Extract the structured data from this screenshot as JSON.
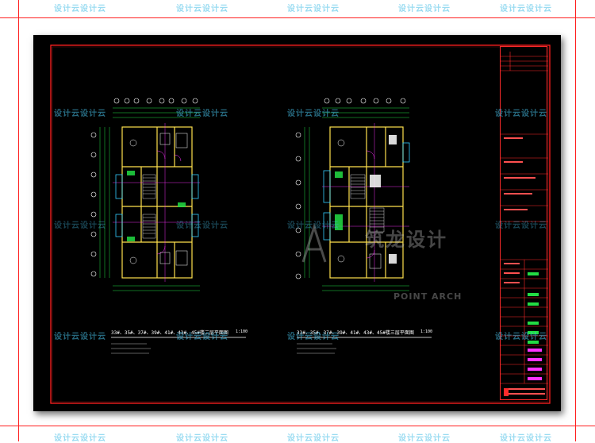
{
  "watermark": {
    "text": "设计云设计云"
  },
  "big_watermark": {
    "cn": "筑龙设计",
    "en": "POINT ARCH"
  },
  "drawings": [
    {
      "title": "33#、35#、37#、39#、41#、43#、45#楼二层平面图",
      "scale": "1:100"
    },
    {
      "title": "33#、35#、37#、39#、41#、43#、45#楼三层平面图",
      "scale": "1:100"
    }
  ],
  "colors": {
    "sheet_bg": "#000000",
    "border_red": "#ff2020",
    "wall_yellow": "#ffe14d",
    "green": "#22dd44",
    "magenta": "#ff33ff",
    "cyan": "#33ccff",
    "white": "#ffffff",
    "watermark": "#46bee6"
  },
  "icons": {
    "plan_left": "floor-plan-icon",
    "plan_right": "floor-plan-icon"
  }
}
